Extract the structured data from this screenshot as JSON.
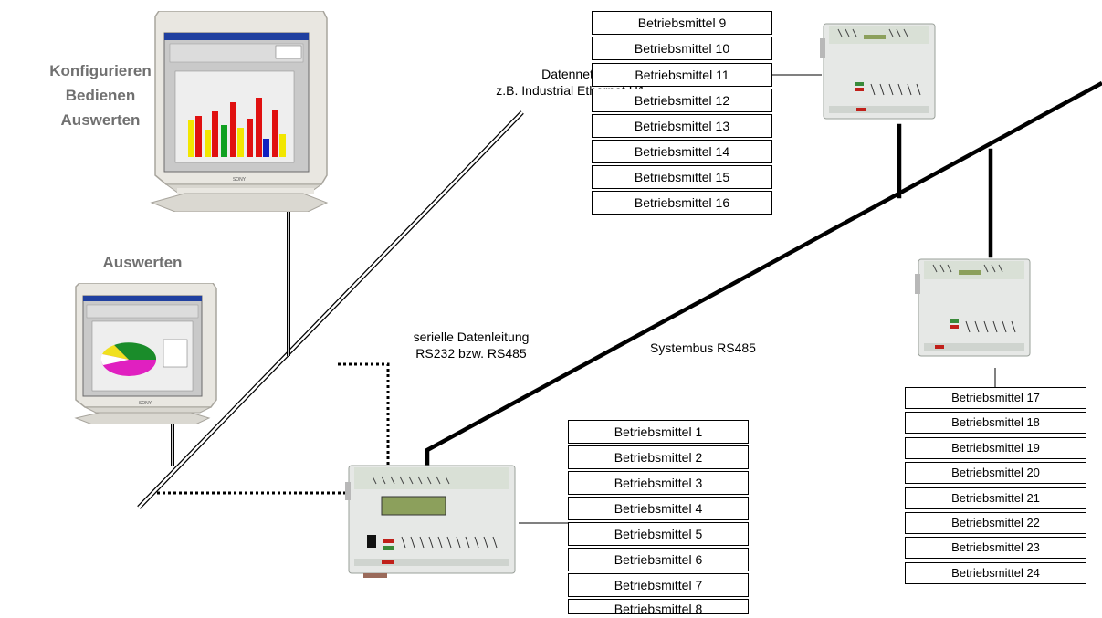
{
  "labels": {
    "admin_roles": [
      "Konfigurieren",
      "Bedienen",
      "Auswerten"
    ],
    "viewer_role": "Auswerten",
    "datennetz_title": "Datennetz",
    "datennetz_example": "z.B. Industrial Ethernet H1",
    "serial_line": "serielle Datenleitung",
    "serial_standard": "RS232 bzw. RS485",
    "systembus": "Systembus RS485"
  },
  "equipment": {
    "group_main": [
      "Betriebsmittel 1",
      "Betriebsmittel 2",
      "Betriebsmittel 3",
      "Betriebsmittel 4",
      "Betriebsmittel 5",
      "Betriebsmittel 6",
      "Betriebsmittel 7",
      "Betriebsmittel 8"
    ],
    "group_top": [
      "Betriebsmittel 9",
      "Betriebsmittel 10",
      "Betriebsmittel 11",
      "Betriebsmittel 12",
      "Betriebsmittel 13",
      "Betriebsmittel 14",
      "Betriebsmittel 15",
      "Betriebsmittel 16"
    ],
    "group_right": [
      "Betriebsmittel 17",
      "Betriebsmittel 18",
      "Betriebsmittel 19",
      "Betriebsmittel 20",
      "Betriebsmittel 21",
      "Betriebsmittel 22",
      "Betriebsmittel 23",
      "Betriebsmittel 24"
    ]
  },
  "colors": {
    "device_body": "#e6e8e6",
    "device_panel": "#d9e0d6",
    "display_green": "#8ca05c",
    "indicator_red": "#c0201a",
    "monitor_body": "#e9e7e1",
    "screen_bg": "#c9c9c9",
    "chart_yellow": "#f2e600",
    "chart_red": "#e01010",
    "chart_green": "#10a020",
    "chart_blue": "#1020c0",
    "pie_green": "#1a8c2a",
    "pie_magenta": "#e020c0",
    "pie_yellow": "#f0e020"
  }
}
